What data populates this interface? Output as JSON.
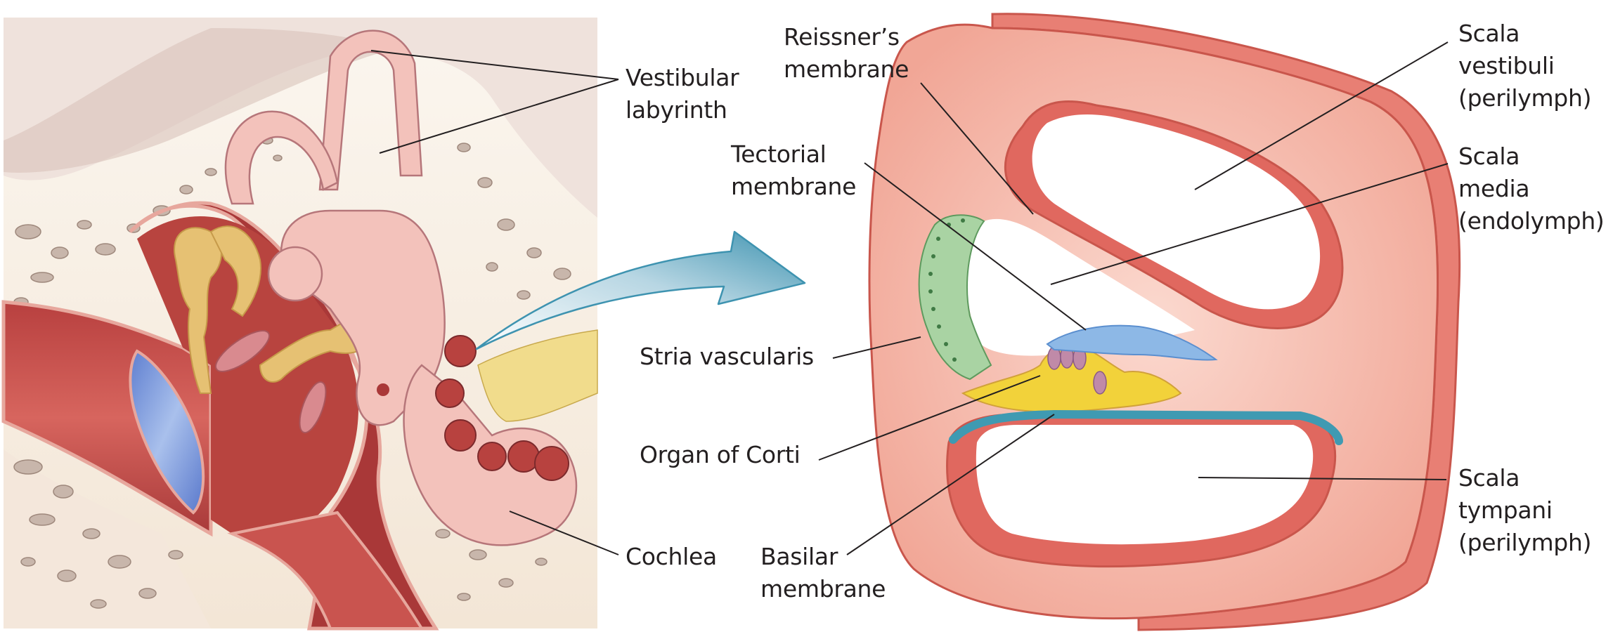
{
  "figure": {
    "panels": [
      {
        "id": "ear",
        "description": "Cut-away of the middle and inner ear"
      },
      {
        "id": "cochlea-section",
        "description": "Cross-section of the cochlear duct"
      }
    ],
    "arrow": {
      "from": "cochlea",
      "to": "cochlea-section",
      "color": "#4a9bb5"
    }
  },
  "labels": {
    "vestibular_labyrinth": [
      "Vestibular",
      "labyrinth"
    ],
    "cochlea": [
      "Cochlea"
    ],
    "reissners_membrane": [
      "Reissner’s",
      "membrane"
    ],
    "tectorial_membrane": [
      "Tectorial",
      "membrane"
    ],
    "stria_vascularis": [
      "Stria vascularis"
    ],
    "organ_of_corti": [
      "Organ of Corti"
    ],
    "basilar_membrane": [
      "Basilar",
      "membrane"
    ],
    "scala_vestibuli": [
      "Scala",
      "vestibuli",
      "(perilymph)"
    ],
    "scala_media": [
      "Scala",
      "media",
      "(endolymph)"
    ],
    "scala_tympani": [
      "Scala",
      "tympani",
      "(perilymph)"
    ]
  },
  "colors": {
    "bone": "#f6ecdf",
    "bone_pores": "#b9a79c",
    "canal": "#c9504a",
    "canal_dark": "#a8343a",
    "eardrum": "#6e8fd6",
    "ossicles": "#e8c377",
    "labyrinth": "#f2b8b0",
    "nerve": "#f1dc8c",
    "cochlea_wall": "#f4b3a5",
    "cochlea_edge": "#c9564c",
    "stria": "#9cc99a",
    "corti": "#f2d23a",
    "tectorial": "#8db8e6",
    "basilar": "#3f9ab2",
    "leader": "#231f20"
  }
}
